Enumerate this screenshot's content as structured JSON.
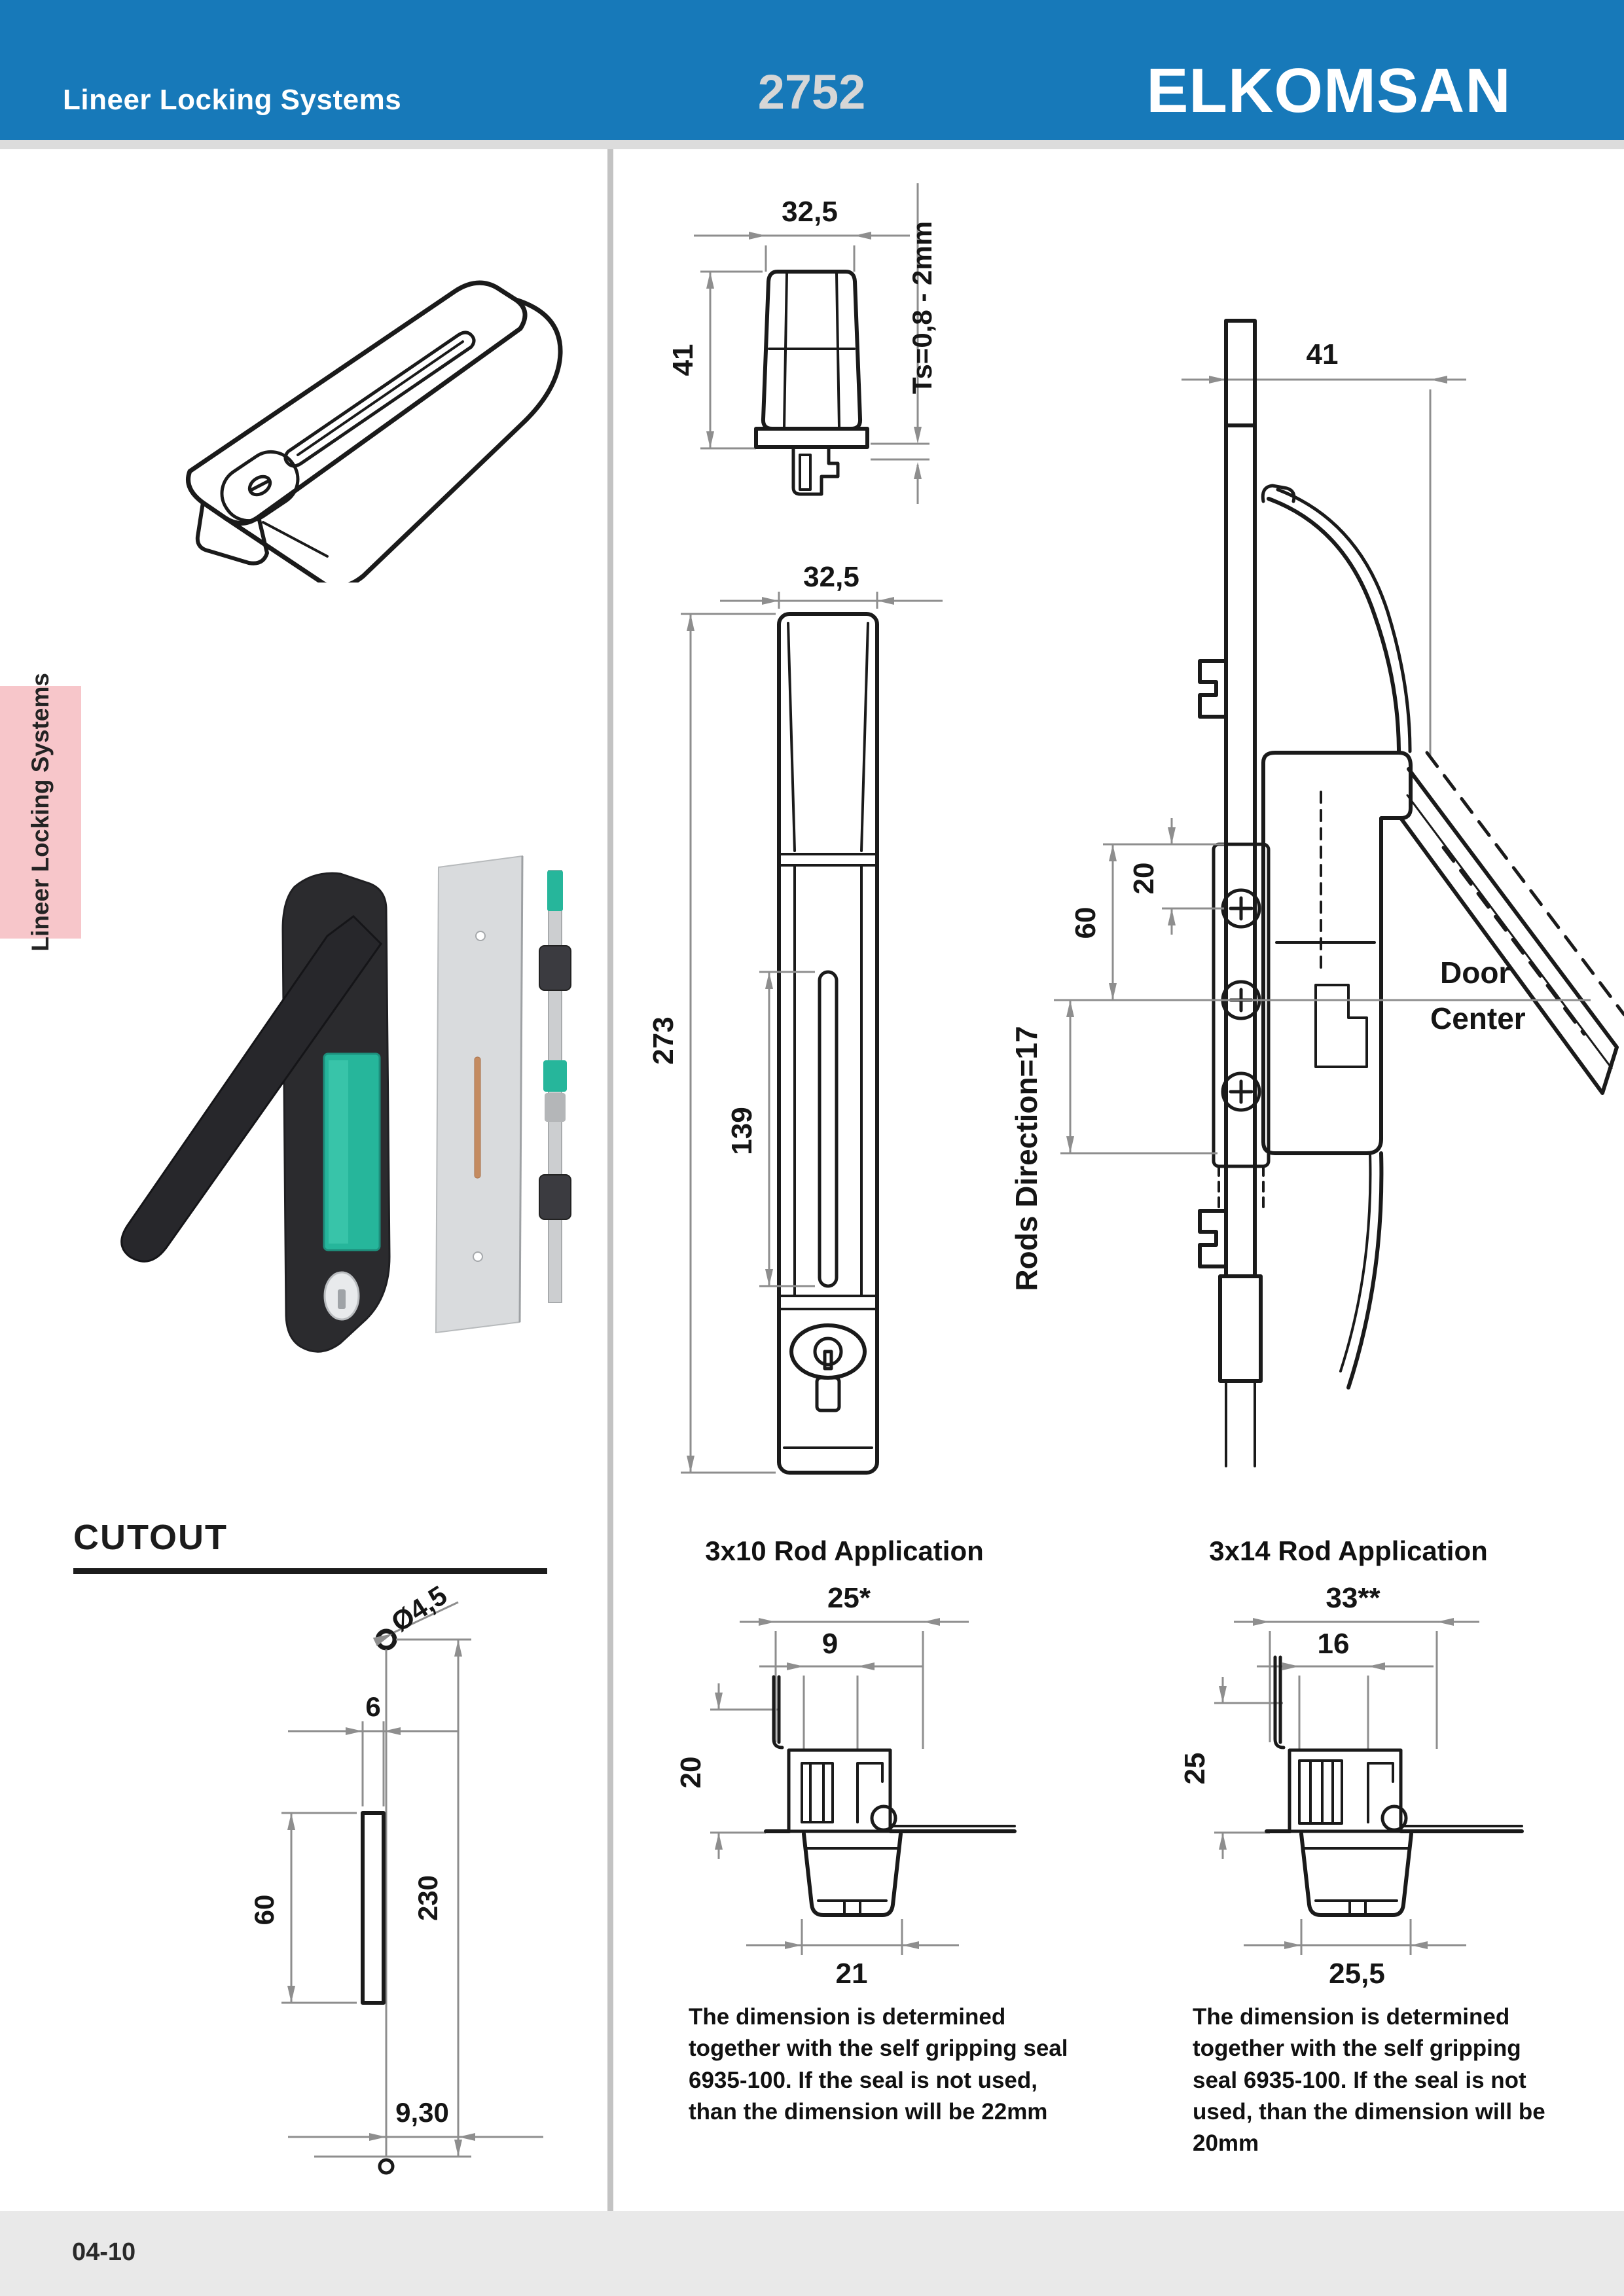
{
  "header": {
    "title": "Lineer Locking Systems",
    "code": "2752",
    "brand": "ELKOMSAN",
    "bg_color": "#1779B9",
    "code_color": "#D6D6D6"
  },
  "sidebar": {
    "label": "Lineer Locking Systems",
    "bg_color": "#F7C6CA"
  },
  "footer": {
    "page_number": "04-10",
    "bg_color": "#E9E9E9"
  },
  "views": {
    "cap_side": {
      "dim_width": "32,5",
      "dim_height": "41",
      "dim_thickness": "Ts=0,8 - 2mm"
    },
    "front": {
      "dim_width": "32,5",
      "dim_total_height": "273",
      "dim_slot_height": "139"
    },
    "side": {
      "dim_depth": "41",
      "dim_screw_top": "20",
      "dim_screw_span": "60",
      "dim_rods": "Rods Direction=17",
      "door_center_line1": "Door",
      "door_center_line2": "Center"
    },
    "cutout": {
      "title": "CUTOUT",
      "dim_hole": "Ø4,5",
      "dim_slot_width": "6",
      "dim_slot_height": "60",
      "dim_span": "230",
      "dim_offset": "9,30"
    },
    "rod10": {
      "title": "3x10 Rod Application",
      "dim_outer": "25*",
      "dim_inner": "9",
      "dim_height": "20",
      "dim_bottom": "21",
      "note": "The dimension is determined\ntogether with the self gripping seal\n6935-100. If the seal is not used,\nthan the dimension will be 22mm"
    },
    "rod14": {
      "title": "3x14 Rod Application",
      "dim_outer": "33**",
      "dim_inner": "16",
      "dim_height": "25",
      "dim_bottom": "25,5",
      "note": "The dimension is determined\ntogether with the self gripping\nseal 6935-100. If the seal is not\nused, than the dimension will be\n20mm"
    }
  },
  "colors": {
    "accent_blue": "#1779B9",
    "pink": "#F7C6CA",
    "teal": "#26B69B",
    "copper": "#C48B60",
    "dim_gray": "#8E8E8E",
    "footer_gray": "#E9E9E9"
  }
}
